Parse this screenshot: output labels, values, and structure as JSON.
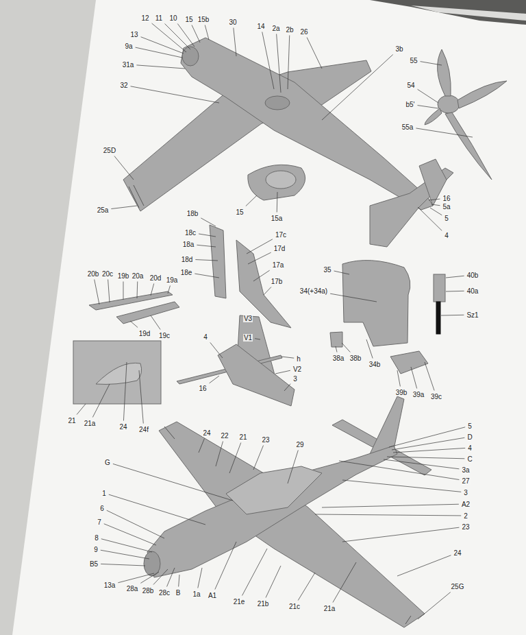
{
  "diagram": {
    "labels": [
      "12",
      "11",
      "10",
      "15",
      "15b",
      "30",
      "14",
      "2a",
      "2b",
      "26",
      "3b",
      "55",
      "13",
      "9a",
      "31a",
      "32",
      "54",
      "b5'",
      "55a",
      "25D",
      "25a",
      "15",
      "15a",
      "16",
      "5a",
      "5",
      "4",
      "18b",
      "18c",
      "18a",
      "18d",
      "18e",
      "17c",
      "17d",
      "17a",
      "17b",
      "35",
      "34(+34a)",
      "40b",
      "40a",
      "Sz1",
      "20b",
      "20c",
      "19b",
      "20a",
      "20d",
      "19a",
      "19d",
      "19c",
      "38a",
      "38b",
      "34b",
      "39b",
      "39a",
      "39c",
      "V3",
      "V1",
      "4",
      "h",
      "V2",
      "16",
      "3",
      "21",
      "21a",
      "24",
      "24f",
      "24",
      "22",
      "21",
      "23",
      "29",
      "G",
      "5",
      "D",
      "4",
      "C",
      "3a",
      "27",
      "1",
      "6",
      "3",
      "A2",
      "7",
      "2",
      "23",
      "8",
      "9",
      "B5",
      "24",
      "13a",
      "28a",
      "28b",
      "28c",
      "B",
      "1a",
      "A1",
      "21e",
      "21b",
      "21c",
      "21a",
      "25G"
    ]
  }
}
